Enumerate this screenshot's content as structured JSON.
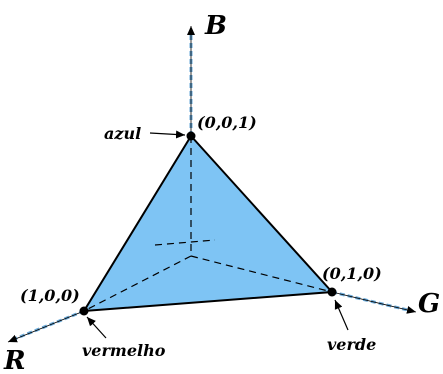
{
  "axes": {
    "b_label": "B",
    "g_label": "G",
    "r_label": "R"
  },
  "vertices": {
    "blue_coord": "(0,0,1)",
    "green_coord": "(0,1,0)",
    "red_coord": "(1,0,0)"
  },
  "color_names": {
    "blue": "azul",
    "green": "verde",
    "red": "vermelho"
  },
  "colors": {
    "triangle_fill": "#7ec4f4",
    "stroke": "#000000",
    "axis_dash": "#6aa9d8"
  }
}
